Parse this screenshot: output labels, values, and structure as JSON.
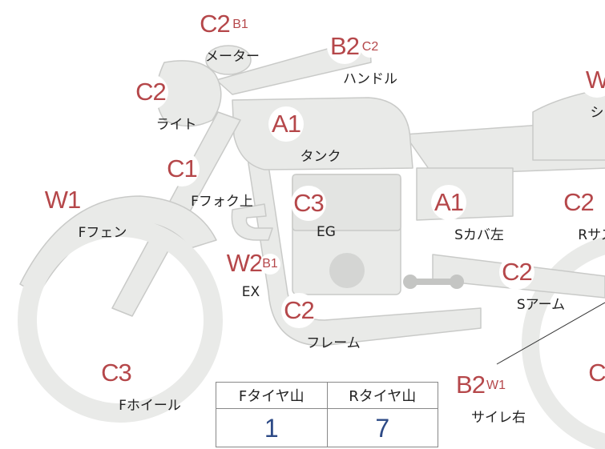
{
  "colors": {
    "bike_fill": "#e9eae8",
    "bike_stroke": "#c9cac8",
    "grade_text": "#b5474a",
    "label_text": "#222222",
    "value_text": "#2d4a86",
    "table_border": "#888888",
    "engine_round": "#d4d5d3"
  },
  "parts": [
    {
      "id": "meter",
      "grade": "C2",
      "sub": "B1",
      "label": "メーター"
    },
    {
      "id": "handle",
      "grade": "B2",
      "sub": "C2",
      "label": "ハンドル"
    },
    {
      "id": "light",
      "grade": "C2",
      "sub": "",
      "label": "ライト"
    },
    {
      "id": "tank",
      "grade": "A1",
      "sub": "",
      "label": "タンク"
    },
    {
      "id": "seat",
      "grade": "W",
      "sub": "",
      "label": "シ"
    },
    {
      "id": "ffork-upper",
      "grade": "C1",
      "sub": "",
      "label": "Fフォク上"
    },
    {
      "id": "ffender",
      "grade": "W1",
      "sub": "",
      "label": "Fフェン"
    },
    {
      "id": "engine",
      "grade": "C3",
      "sub": "",
      "label": "EG"
    },
    {
      "id": "side-cover-left",
      "grade": "A1",
      "sub": "",
      "label": "Sカバ左"
    },
    {
      "id": "rear-suspension",
      "grade": "C2",
      "sub": "",
      "label": "Rサス"
    },
    {
      "id": "exhaust",
      "grade": "W2",
      "sub": "B1",
      "label": "EX"
    },
    {
      "id": "frame",
      "grade": "C2",
      "sub": "",
      "label": "フレーム"
    },
    {
      "id": "swing-arm",
      "grade": "C2",
      "sub": "",
      "label": "Sアーム"
    },
    {
      "id": "fwheel",
      "grade": "C3",
      "sub": "",
      "label": "Fホイール"
    },
    {
      "id": "muffler-right",
      "grade": "B2",
      "sub": "W1",
      "label": "サイレ右"
    },
    {
      "id": "rwheel",
      "grade": "C",
      "sub": "",
      "label": ""
    }
  ],
  "tire_table": {
    "headers": [
      "Fタイヤ山",
      "Rタイヤ山"
    ],
    "values": [
      "1",
      "7"
    ]
  }
}
